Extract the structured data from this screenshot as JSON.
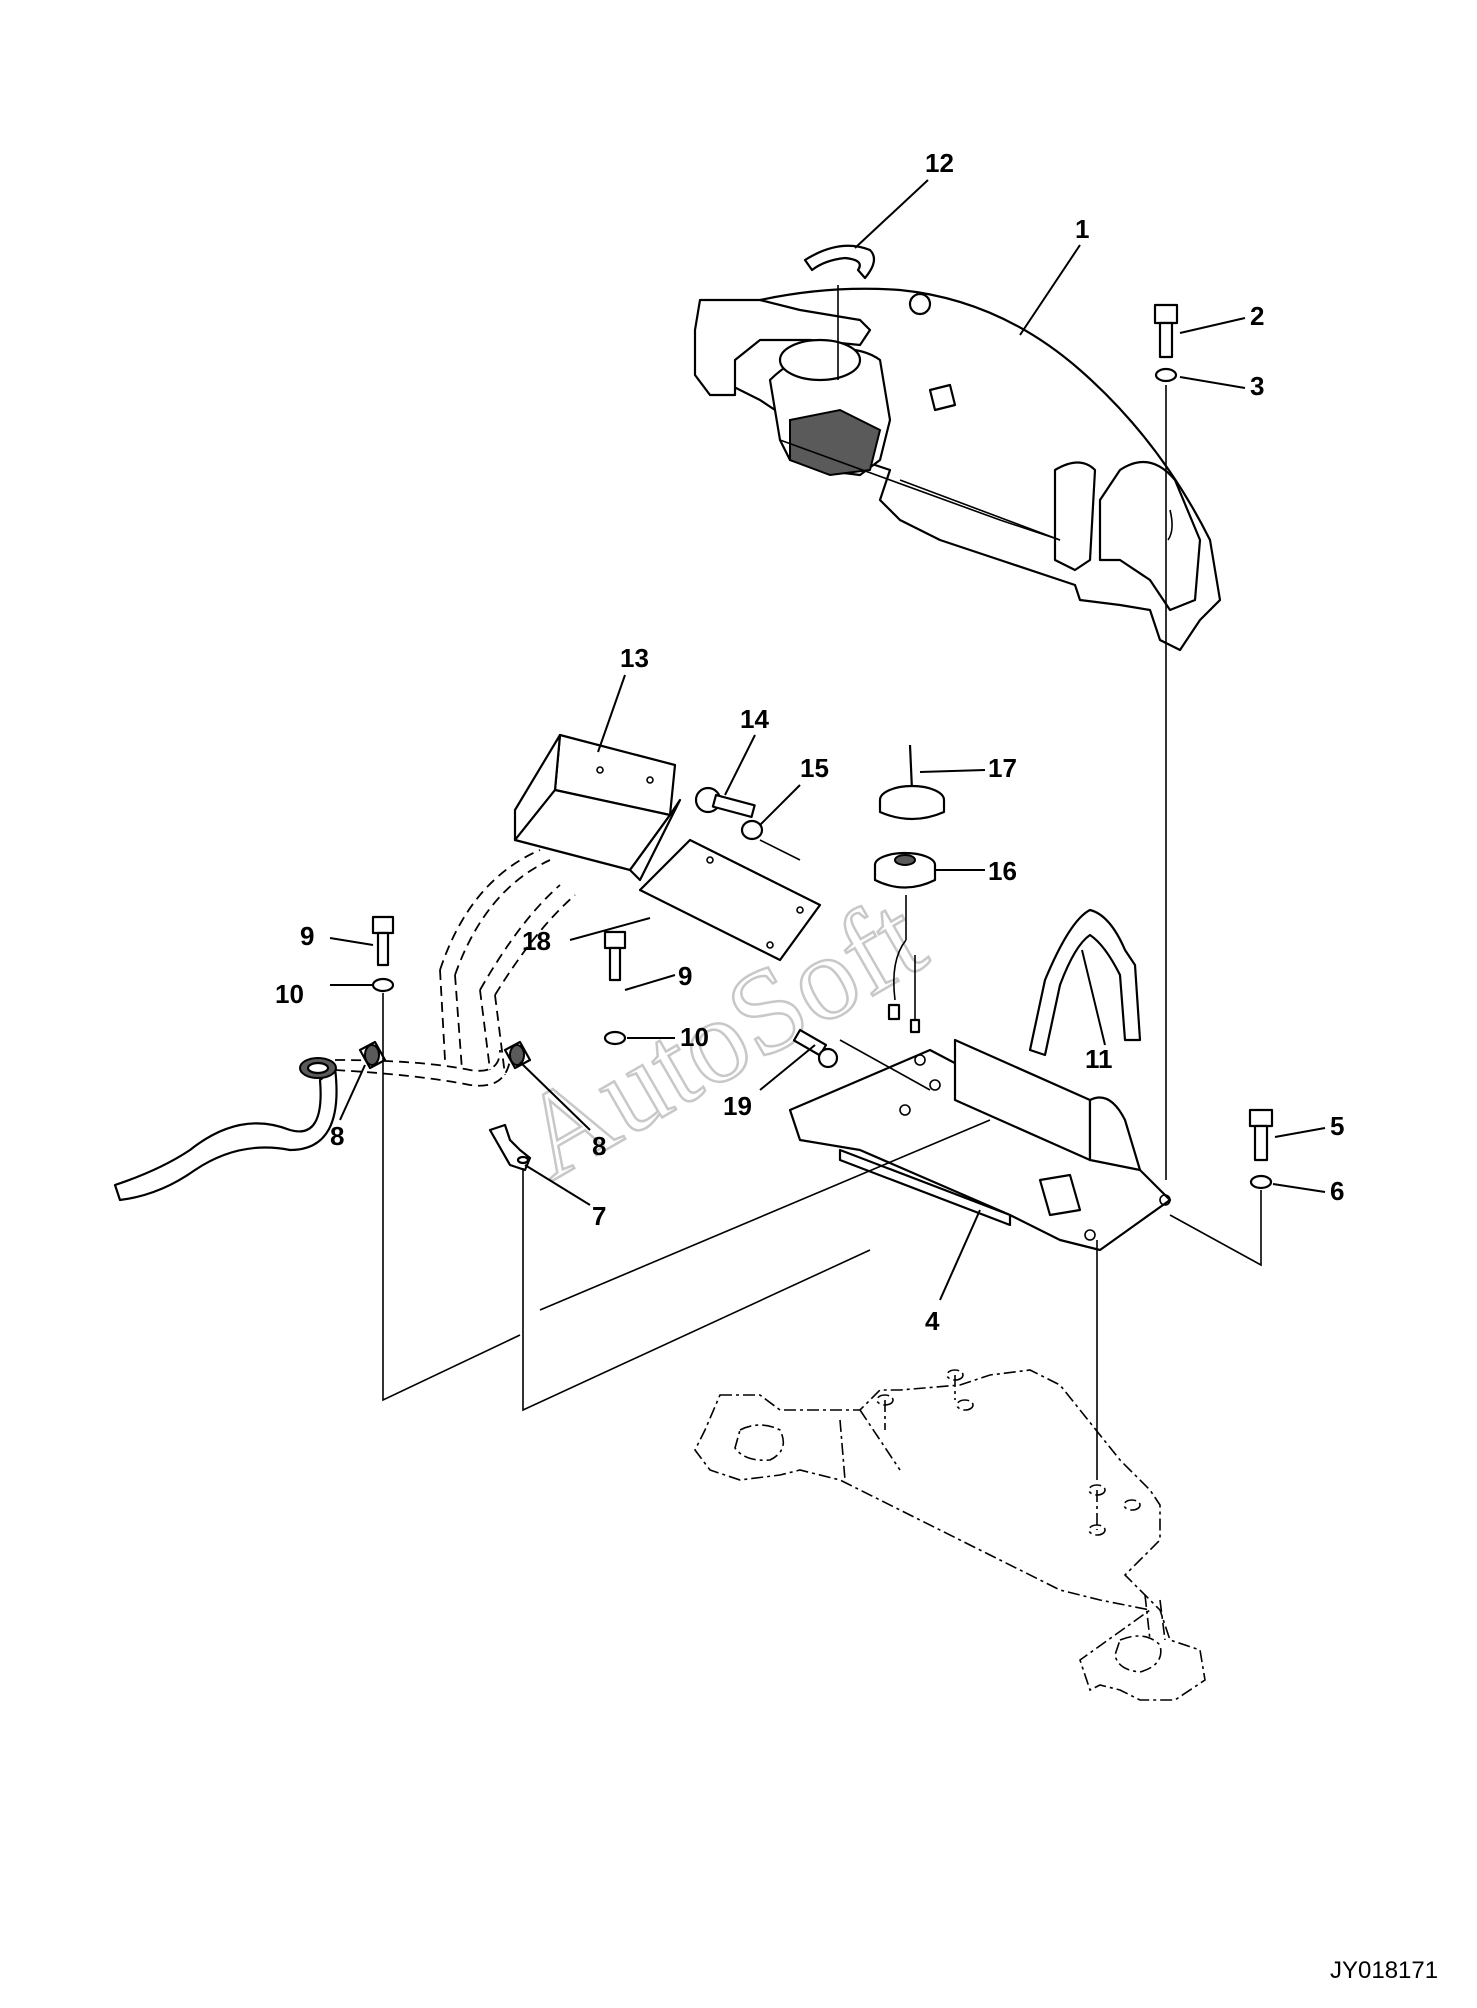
{
  "watermark": "AutoSoft",
  "drawing_id": "JY018171",
  "callouts": {
    "c1": "1",
    "c2": "2",
    "c3": "3",
    "c4": "4",
    "c5": "5",
    "c6": "6",
    "c7": "7",
    "c8a": "8",
    "c8b": "8",
    "c9a": "9",
    "c9b": "9",
    "c10a": "10",
    "c10b": "10",
    "c11": "11",
    "c12": "12",
    "c13": "13",
    "c14": "14",
    "c15": "15",
    "c16": "16",
    "c17": "17",
    "c18": "18",
    "c19": "19"
  }
}
